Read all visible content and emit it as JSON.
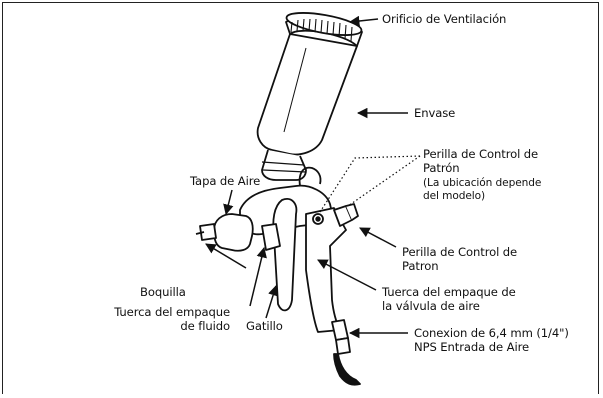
{
  "labels": {
    "vent_hole": "Orificio de Ventilación",
    "cup": "Envase",
    "pattern_knob_top_line1": "Perilla de Control de",
    "pattern_knob_top_line2": "Patrón",
    "location_note_line1": "(La ubicación depende",
    "location_note_line2": "del modelo)",
    "air_cap": "Tapa de Aire",
    "pattern_knob_side_line1": "Perilla de Control de",
    "pattern_knob_side_line2": "Patron",
    "nozzle": "Boquilla",
    "air_valve_nut_line1": "Tuerca del empaque de",
    "air_valve_nut_line2": "la válvula de aire",
    "fluid_packing_nut_line1": "Tuerca del empaque",
    "fluid_packing_nut_line2": "de fluido",
    "trigger": "Gatillo",
    "air_inlet_line1": "Conexion de 6,4 mm (1/4\")",
    "air_inlet_line2": "NPS Entrada de Aire"
  },
  "colors": {
    "line": "#111111",
    "fill": "#ffffff"
  }
}
